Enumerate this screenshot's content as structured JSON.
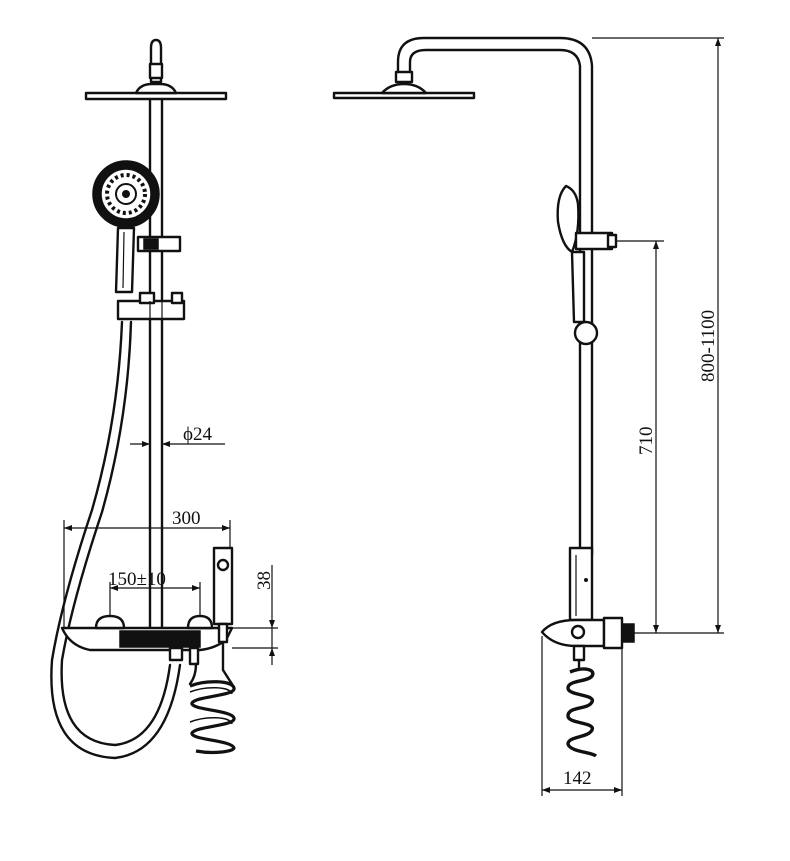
{
  "dimensions": {
    "rod_diameter": "ϕ24",
    "bracket_width": "300",
    "valve_centers": "150±10",
    "spout_height": "38",
    "bracket_height": "710",
    "total_height": "800-1100",
    "side_depth": "142"
  },
  "colors": {
    "line": "#111111",
    "background": "#ffffff"
  }
}
